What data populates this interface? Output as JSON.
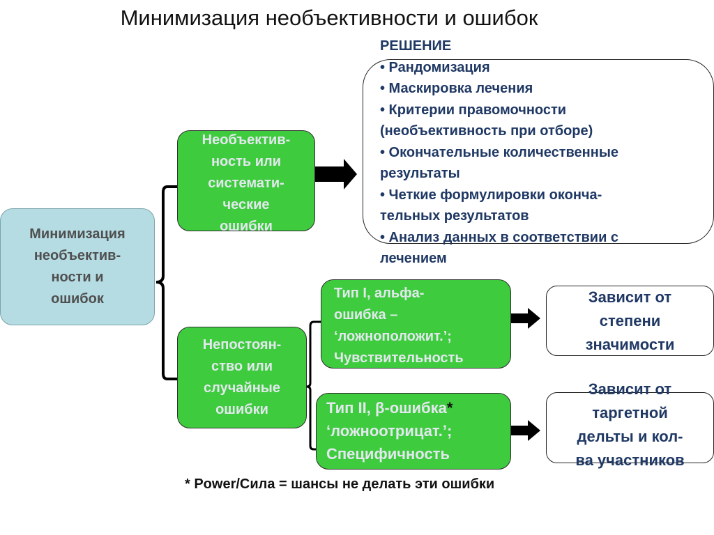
{
  "title": "Минимизация необъективности и ошибок",
  "root": {
    "lines": [
      "Минимизация",
      "необъектив-",
      "ности и",
      "ошибок"
    ]
  },
  "bias_box": {
    "lines": [
      "Необъектив-",
      "ность или",
      "системати-",
      "ческие",
      "ошибки"
    ]
  },
  "random_box": {
    "lines": [
      "Непостоян-",
      "ство или",
      "случайные",
      "ошибки"
    ]
  },
  "type1_box": {
    "lines": [
      "Тип I, альфа-",
      "ошибка –",
      "‘ложноположит.’;",
      "Чувствительность"
    ]
  },
  "type2_box": {
    "line1": "Тип II, β-ошибка",
    "star": "*",
    "line2": "‘ложноотрицат.’;",
    "line3": "Специфичность"
  },
  "solution": {
    "heading": "РЕШЕНИЕ",
    "items": [
      "• Рандомизация",
      "• Маскировка лечения",
      "• Критерии правомочности",
      "(необъективность при отборе)",
      "• Окончательные количественные",
      "результаты",
      "• Четкие формулировки оконча-",
      "тельных результатов",
      "• Анализ данных в соответствии с",
      "лечением"
    ]
  },
  "significance_box": {
    "lines": [
      "Зависит от",
      "степени",
      "значимости"
    ]
  },
  "delta_box": {
    "lines": [
      "Зависит от",
      "таргетной",
      "дельты и кол-",
      "ва участников"
    ]
  },
  "footnote": "* Power/Сила = шансы не делать эти ошибки",
  "colors": {
    "green_box": "#3ecb3e",
    "root_box": "#b5dce3",
    "dark_text": "#1f3864",
    "arrow": "#000000"
  }
}
